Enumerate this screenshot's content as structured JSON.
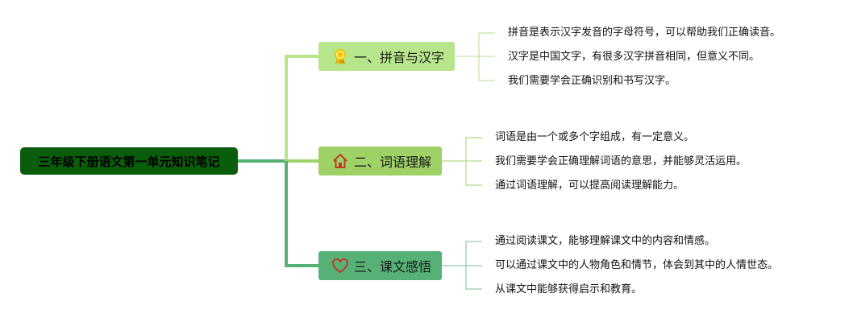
{
  "root": {
    "title": "三年级下册语文第一单元知识笔记",
    "color": "#0a5d0a"
  },
  "branches": [
    {
      "label": "一、拼音与汉字",
      "icon": "award-ribbon-icon",
      "color": "#b7e58b",
      "items": [
        "拼音是表示汉字发音的字母符号，可以帮助我们正确读音。",
        "汉字是中国文字，有很多汉字拼音相同，但意义不同。",
        "我们需要学会正确识别和书写汉字。"
      ]
    },
    {
      "label": "二、词语理解",
      "icon": "home-icon",
      "color": "#9fd266",
      "items": [
        "词语是由一个或多个字组成，有一定意义。",
        "我们需要学会正确理解词语的意思，并能够灵活运用。",
        "通过词语理解，可以提高阅读理解能力。"
      ]
    },
    {
      "label": "三、课文感悟",
      "icon": "heart-icon",
      "color": "#56b177",
      "items": [
        "通过阅读课文，能够理解课文中的内容和情感。",
        "可以通过课文中的人物角色和情节，体会到其中的人情世态。",
        "从课文中能够获得启示和教育。"
      ]
    }
  ]
}
